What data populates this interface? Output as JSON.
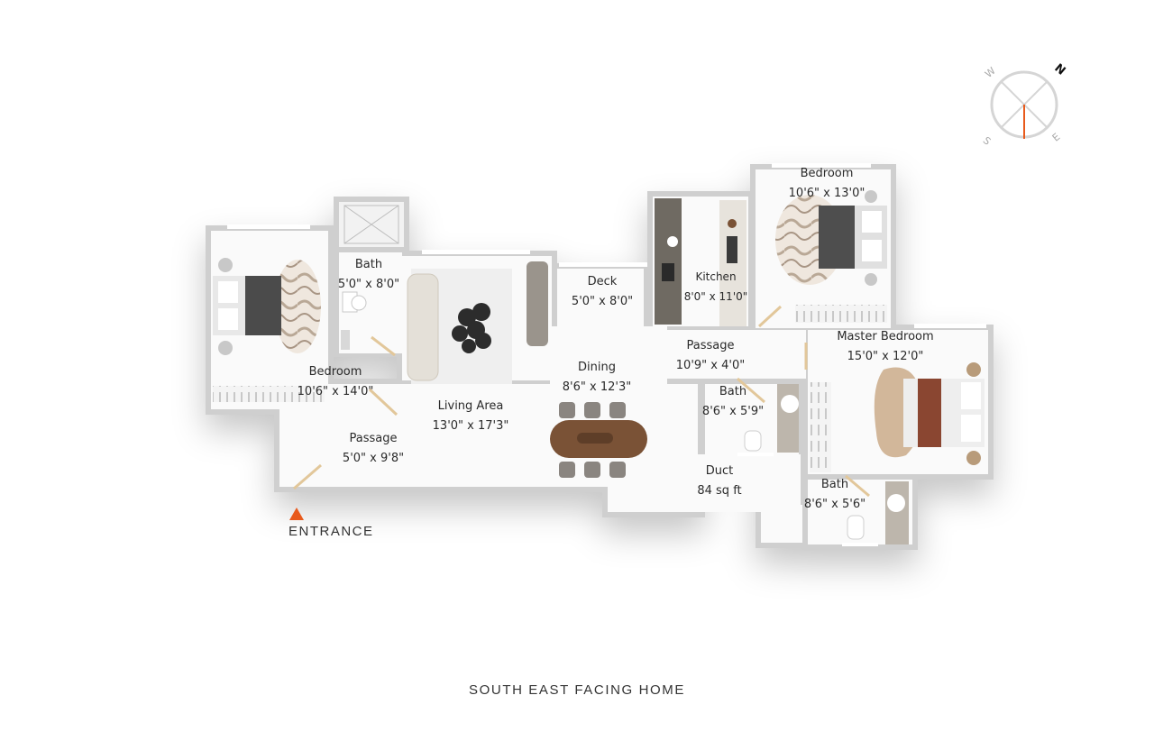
{
  "caption": "SOUTH EAST FACING HOME",
  "entrance": {
    "label": "ENTRANCE"
  },
  "compass": {
    "n": "N",
    "s": "S",
    "e": "E",
    "w": "W",
    "needle_color": "#e85a1c"
  },
  "colors": {
    "accent": "#e85a1c",
    "wall": "#cfcfcf",
    "floor": "#fafafa",
    "wood": "#7a5236"
  },
  "rooms": [
    {
      "name": "Bedroom",
      "dims": "10'6\" x 14'0\""
    },
    {
      "name": "Bath",
      "dims": "5'0\" x 8'0\""
    },
    {
      "name": "Living Area",
      "dims": "13'0\" x 17'3\""
    },
    {
      "name": "Deck",
      "dims": "5'0\" x 8'0\""
    },
    {
      "name": "Kitchen",
      "dims": "8'0\" x 11'0\""
    },
    {
      "name": "Bedroom",
      "dims": "10'6\" x 13'0\""
    },
    {
      "name": "Passage",
      "dims": "5'0\" x 9'8\""
    },
    {
      "name": "Dining",
      "dims": "8'6\" x 12'3\""
    },
    {
      "name": "Passage",
      "dims": "10'9\" x 4'0\""
    },
    {
      "name": "Master Bedroom",
      "dims": "15'0\" x 12'0\""
    },
    {
      "name": "Bath",
      "dims": "8'6\" x 5'9\""
    },
    {
      "name": "Duct",
      "dims": "84 sq ft"
    },
    {
      "name": "Bath",
      "dims": "8'6\" x 5'6\""
    }
  ]
}
